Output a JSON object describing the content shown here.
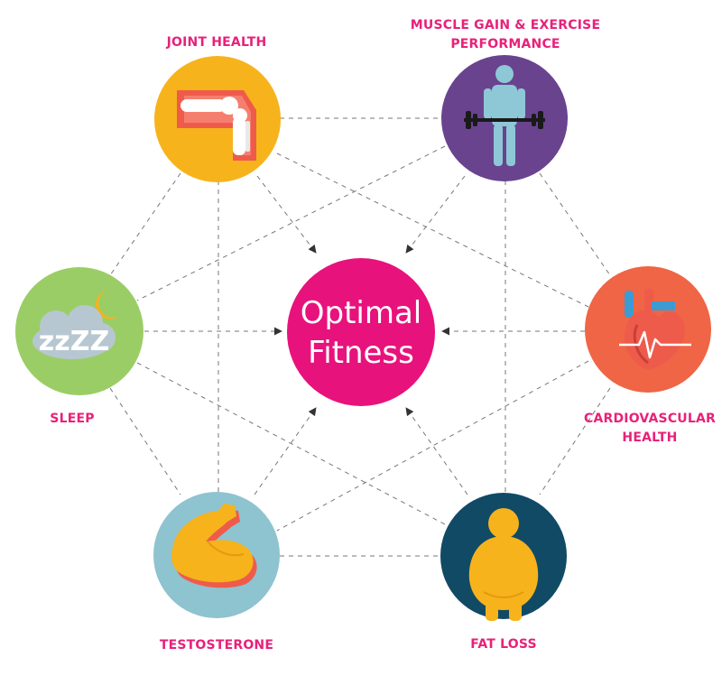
{
  "center": {
    "line1": "Optimal",
    "line2": "Fitness",
    "color": "#e8127c"
  },
  "nodes": [
    {
      "id": "joint-health",
      "label_lines": [
        "JOINT HEALTH"
      ],
      "color": "#f6b31c",
      "icon": "knee-joint-icon"
    },
    {
      "id": "muscle-gain",
      "label_lines": [
        "MUSCLE GAIN & EXERCISE",
        "PERFORMANCE"
      ],
      "color": "#6a438f",
      "icon": "weightlifter-icon"
    },
    {
      "id": "cardiovascular",
      "label_lines": [
        "CARDIOVASCULAR",
        "HEALTH"
      ],
      "color": "#9bcd66",
      "icon": "heart-icon"
    },
    {
      "id": "fat-loss",
      "label_lines": [
        "FAT LOSS"
      ],
      "color": "#ef6545",
      "icon": "overweight-person-icon"
    },
    {
      "id": "testosterone",
      "label_lines": [
        "TESTOSTERONE"
      ],
      "color": "#8ec3d0",
      "icon": "flexed-bicep-icon"
    },
    {
      "id": "sleep",
      "label_lines": [
        "SLEEP"
      ],
      "color": "#114a65",
      "icon": "sleep-moon-icon"
    }
  ],
  "sleep_icon_text": "zzZZ",
  "label_color": "#e8217a"
}
